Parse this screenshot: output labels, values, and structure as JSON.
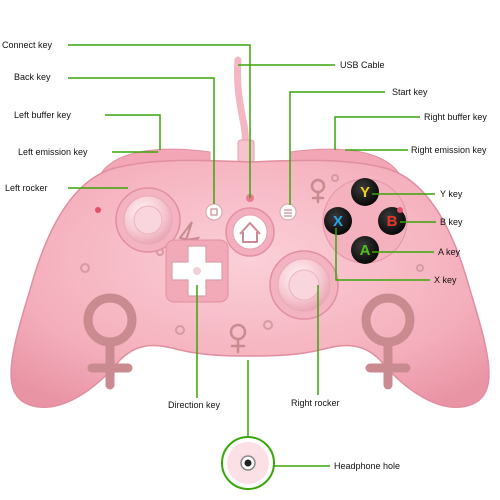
{
  "labels": {
    "connect_key": "Connect key",
    "back_key": "Back key",
    "left_buffer_key": "Left buffer key",
    "left_emission_key": "Left emission key",
    "left_rocker": "Left rocker",
    "usb_cable": "USB Cable",
    "start_key": "Start key",
    "right_buffer_key": "Right buffer key",
    "right_emission_key": "Right emission key",
    "y_key": "Y key",
    "b_key": "B key",
    "a_key": "A key",
    "x_key": "X key",
    "direction_key": "Direction key",
    "right_rocker": "Right rocker",
    "headphone_hole": "Headphone hole"
  },
  "buttons": {
    "y": "Y",
    "b": "B",
    "a": "A",
    "x": "X"
  },
  "colors": {
    "leader_line": "#3aa50a",
    "controller_body": "#f6b3bf",
    "controller_shade": "#ee9fae",
    "cable": "#f4b6c2",
    "symbol": "#c98a90",
    "button_y": "#f2d21a",
    "button_b": "#e8362a",
    "button_a": "#4fc21a",
    "button_x": "#25a7e8"
  },
  "icons": [
    "home-icon",
    "back-icon",
    "menu-icon",
    "lightning-icon",
    "female-symbol-icon",
    "headphone-jack-icon"
  ]
}
